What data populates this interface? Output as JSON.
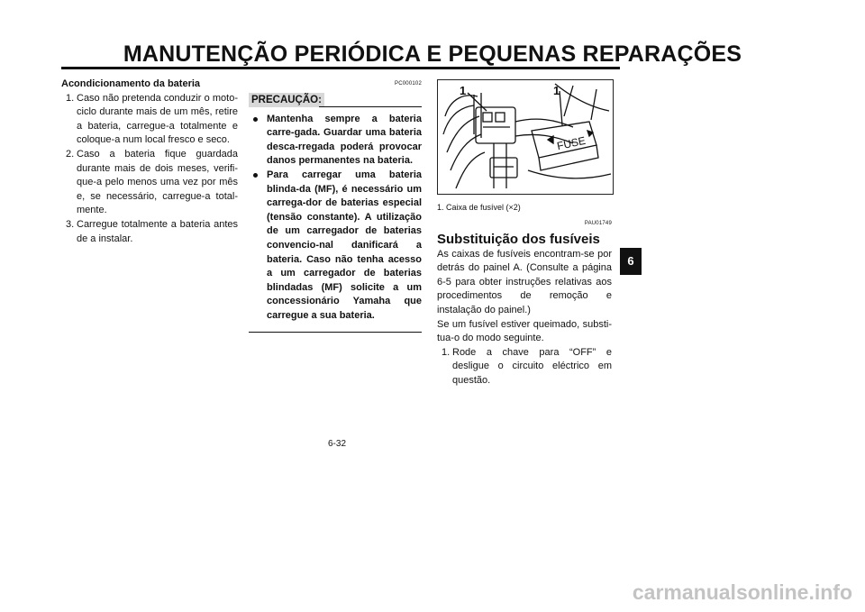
{
  "header": {
    "title": "MANUTENÇÃO PERIÓDICA E PEQUENAS REPARAÇÕES"
  },
  "left": {
    "heading": "Acondicionamento da bateria",
    "steps": [
      {
        "num": "1.",
        "text": "Caso não pretenda conduzir o moto-ciclo durante mais de um mês, retire a bateria, carregue-a totalmente e coloque-a num local fresco e seco."
      },
      {
        "num": "2.",
        "text": "Caso a bateria fique guardada durante mais de dois meses, verifi-que-a pelo menos uma vez por mês e, se necessário, carregue-a total-mente."
      },
      {
        "num": "3.",
        "text": "Carregue totalmente a bateria antes de a instalar."
      }
    ]
  },
  "middle": {
    "ref": "PC000102",
    "caution_label": "PRECAUÇÃO:",
    "bullets": [
      "Mantenha sempre a bateria carre-gada. Guardar uma bateria desca-rregada poderá provocar danos permanentes na bateria.",
      "Para carregar uma bateria blinda-da (MF), é necessário um carrega-dor de baterias especial (tensão constante). A utilização de um carregador de baterias convencio-nal danificará a bateria. Caso não tenha acesso a um carregador de baterias blindadas (MF) solicite a um concessionário Yamaha que carregue a sua bateria."
    ]
  },
  "right": {
    "figure": {
      "callout_1": "1",
      "callout_2": "1",
      "fuse_label": "FUSE"
    },
    "caption": "1.  Caixa de fusível (×2)",
    "ref": "PAU01749",
    "section_title": "Substituição dos fusíveis",
    "paragraphs": [
      "As caixas de fusíveis encontram-se por detrás do painel A. (Consulte a página 6-5 para obter instruções relativas aos procedimentos de remoção e instalação do painel.)",
      "Se um fusível estiver queimado, substi-tua-o do modo seguinte."
    ],
    "steps": [
      {
        "num": "1.",
        "text": "Rode a chave para “OFF” e desligue o circuito eléctrico em questão."
      }
    ]
  },
  "footer": {
    "page_number": "6-32",
    "chapter": "6",
    "watermark": "carmanualsonline.info"
  }
}
